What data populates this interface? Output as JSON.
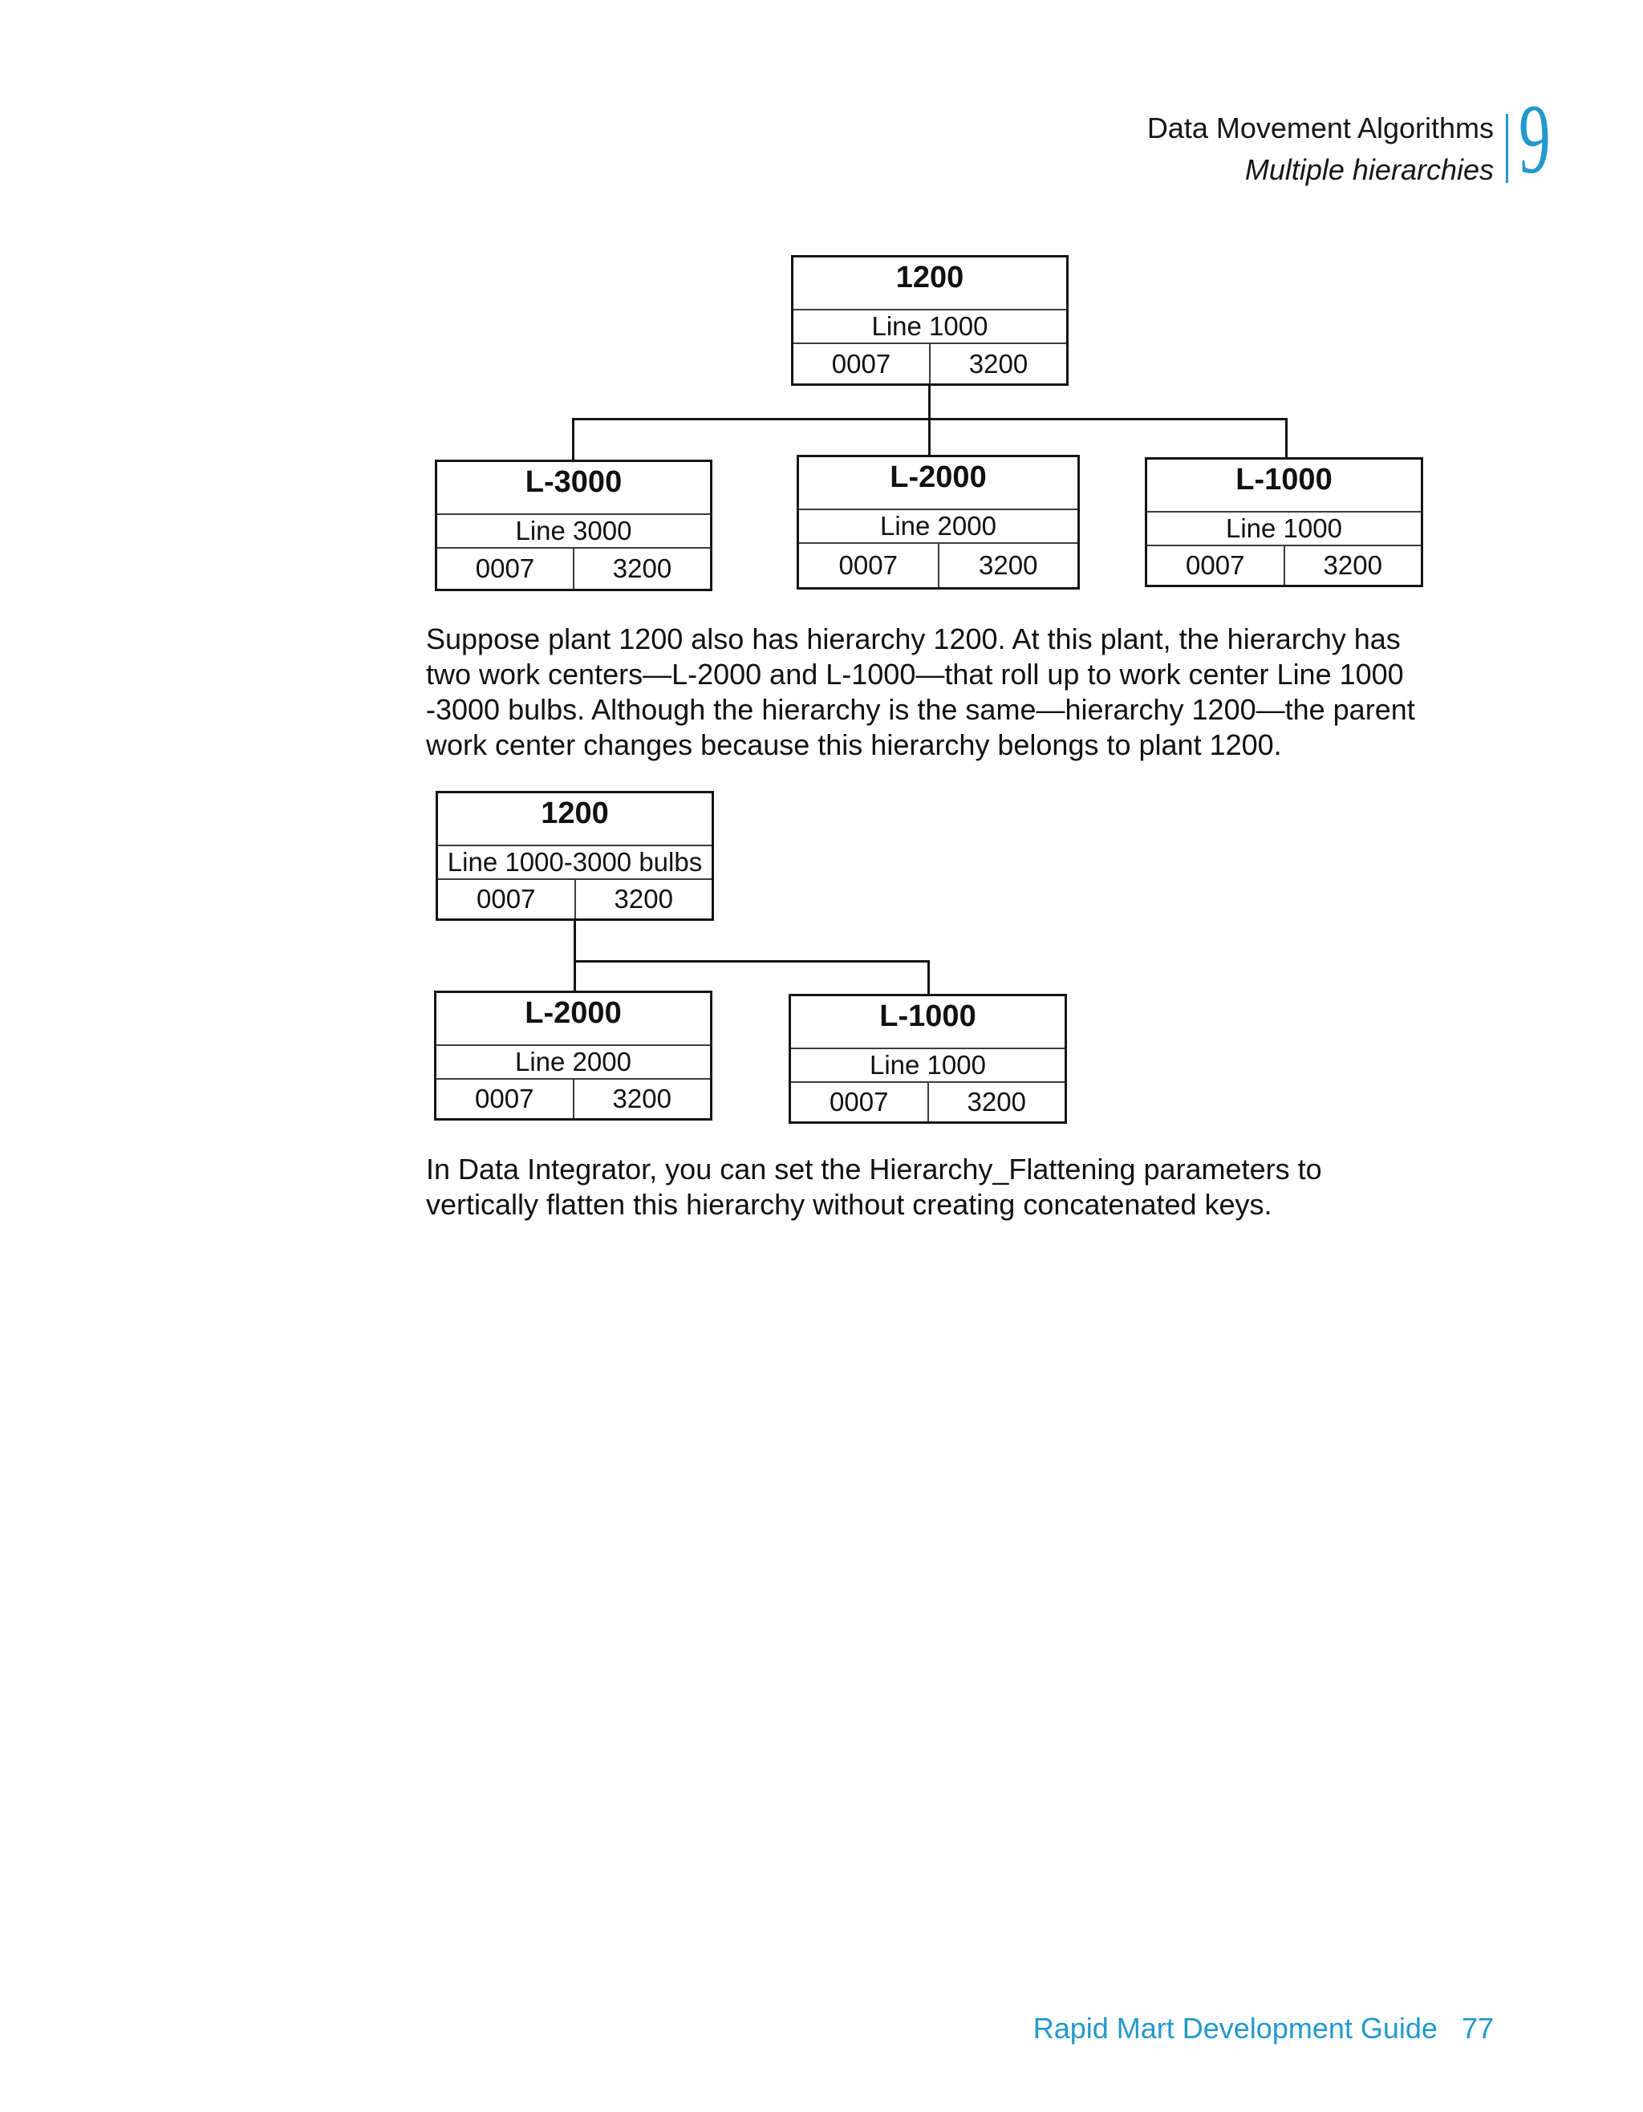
{
  "header": {
    "title": "Data Movement Algorithms",
    "subtitle": "Multiple hierarchies",
    "chapter_number": "9"
  },
  "footer": {
    "book_title": "Rapid Mart Development Guide",
    "page_number": "77"
  },
  "colors": {
    "accent_blue": "#2398cc",
    "ink": "#111111"
  },
  "paragraph1": {
    "lines": [
      "Suppose plant 1200 also has hierarchy 1200. At this plant, the hierarchy has",
      "two work centers—L-2000 and L-1000—that roll up to work center Line 1000",
      "-3000 bulbs. Although the hierarchy is the same—hierarchy 1200—the parent",
      "work center changes because this hierarchy belongs to plant 1200."
    ]
  },
  "paragraph2": {
    "lines": [
      "In Data Integrator, you can set the Hierarchy_Flattening parameters to",
      "vertically flatten this hierarchy without creating concatenated keys."
    ]
  },
  "diagram1": {
    "root": {
      "title": "1200",
      "subtitle": "Line 1000",
      "cell_left": "0007",
      "cell_right": "3200"
    },
    "children": [
      {
        "title": "L-3000",
        "subtitle": "Line 3000",
        "cell_left": "0007",
        "cell_right": "3200"
      },
      {
        "title": "L-2000",
        "subtitle": "Line 2000",
        "cell_left": "0007",
        "cell_right": "3200"
      },
      {
        "title": "L-1000",
        "subtitle": "Line 1000",
        "cell_left": "0007",
        "cell_right": "3200"
      }
    ]
  },
  "diagram2": {
    "root": {
      "title": "1200",
      "subtitle": "Line 1000-3000 bulbs",
      "cell_left": "0007",
      "cell_right": "3200"
    },
    "children": [
      {
        "title": "L-2000",
        "subtitle": "Line 2000",
        "cell_left": "0007",
        "cell_right": "3200"
      },
      {
        "title": "L-1000",
        "subtitle": "Line 1000",
        "cell_left": "0007",
        "cell_right": "3200"
      }
    ]
  }
}
